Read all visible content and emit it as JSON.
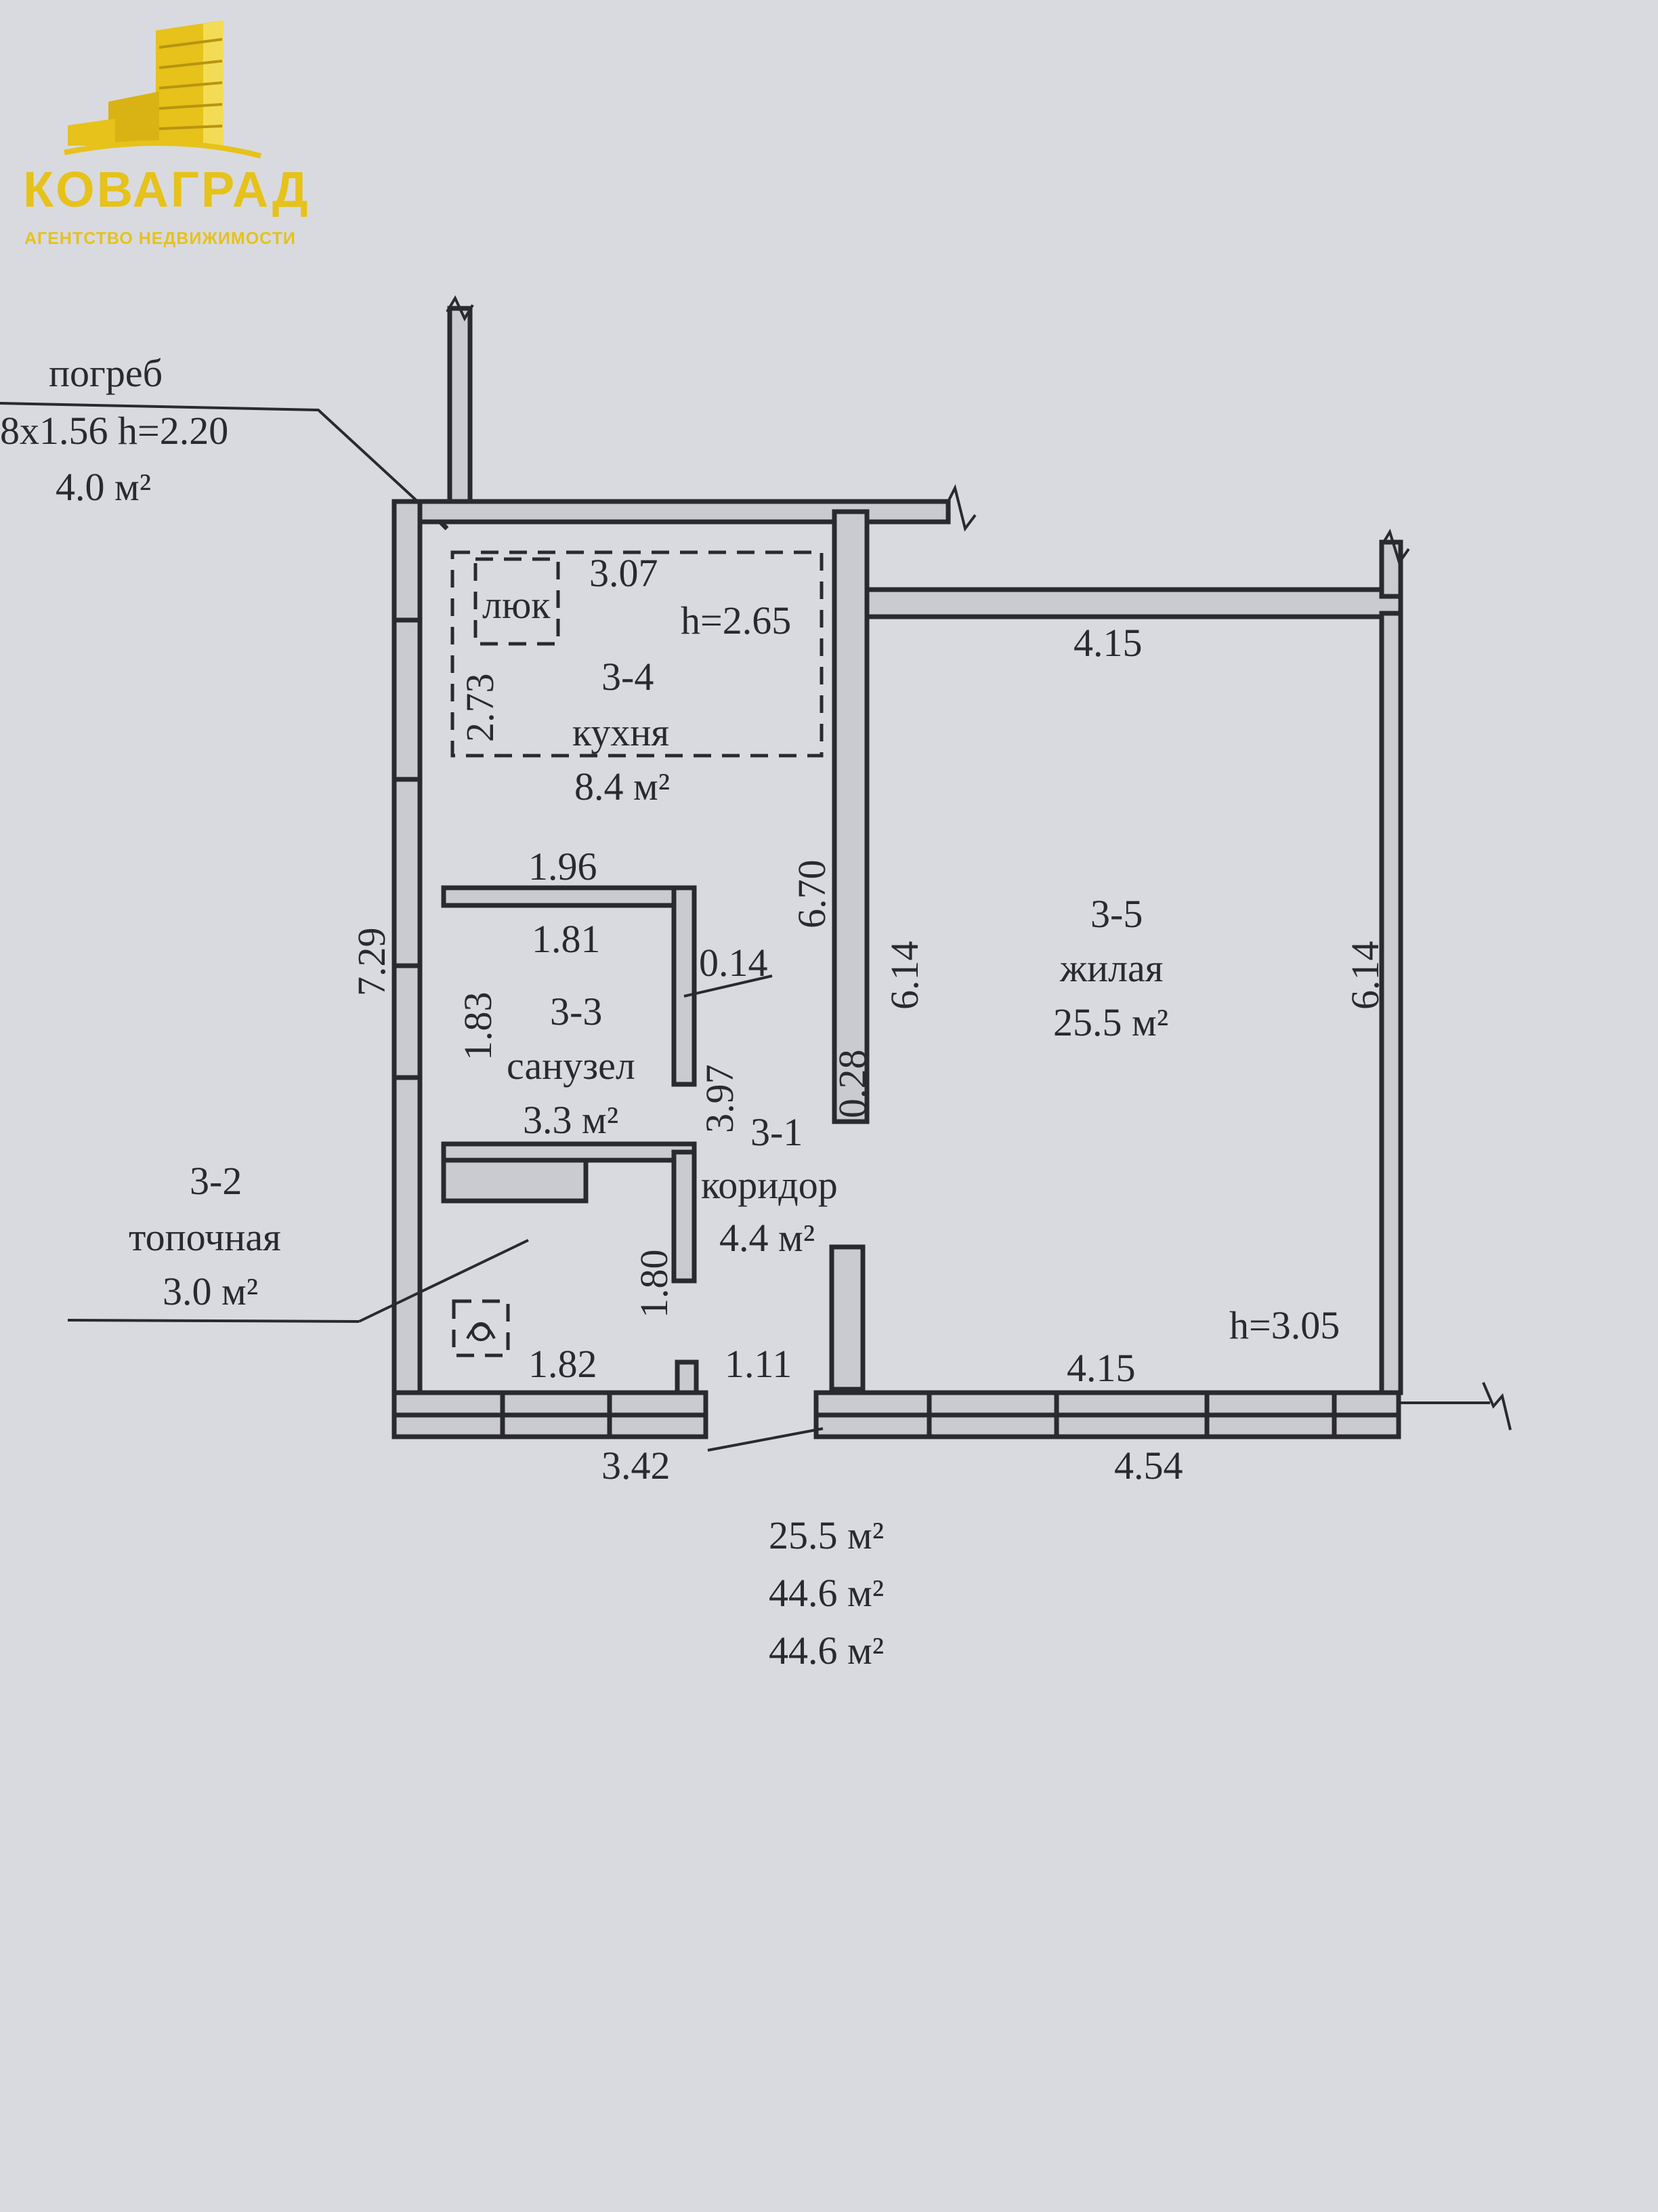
{
  "logo": {
    "name": "КОВАГРАД",
    "tagline": "АГЕНТСТВО НЕДВИЖИМОСТИ",
    "color": "#e6c21a"
  },
  "cellar": {
    "title": "погреб",
    "dims": "8x1.56  h=2.20",
    "area": "4.0 м²",
    "hatch": "люк"
  },
  "rooms": {
    "kitchen": {
      "id": "3-4",
      "name": "кухня",
      "area": "8.4 м²",
      "height": "h=2.65"
    },
    "bathroom": {
      "id": "3-3",
      "name": "санузел",
      "area": "3.3 м²"
    },
    "furnace": {
      "id": "3-2",
      "name": "топочная",
      "area": "3.0 м²"
    },
    "corridor": {
      "id": "3-1",
      "name": "коридор",
      "area": "4.4 м²"
    },
    "living": {
      "id": "3-5",
      "name": "жилая",
      "area": "25.5 м²",
      "height": "h=3.05"
    }
  },
  "dimensions": {
    "kitchen_width": "3.07",
    "kitchen_depth": "2.73",
    "living_top": "4.15",
    "living_bottom_inner": "4.15",
    "living_right": "6.14",
    "living_left": "6.14",
    "partition_height": "6.70",
    "partition_thickness": "0.28",
    "bath_top_outer": "1.96",
    "bath_top_inner": "1.81",
    "bath_wall": "0.14",
    "bath_left": "1.83",
    "corridor_length": "3.97",
    "furnace_side": "1.80",
    "furnace_bottom": "1.82",
    "door_width": "1.11",
    "left_total": "7.29",
    "bottom_left": "3.42",
    "bottom_right": "4.54"
  },
  "totals": {
    "living_area": "25.5 м²",
    "total_area": "44.6 м²",
    "general_area": "44.6 м²"
  }
}
